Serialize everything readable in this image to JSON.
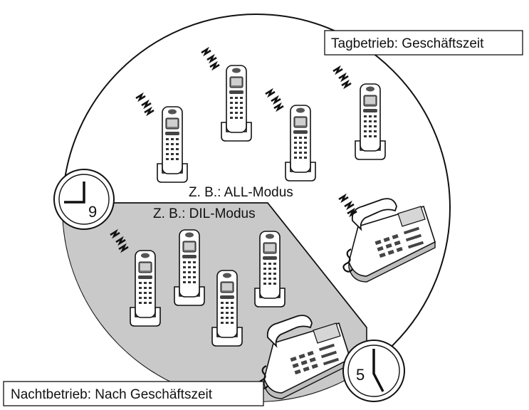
{
  "labels": {
    "day_mode": "Tagbetrieb: Geschäftszeit",
    "night_mode": "Nachtbetrieb: Nach Geschäftszeit",
    "all_mode": "Z. B.: ALL-Modus",
    "dil_mode": "Z. B.: DIL-Modus"
  },
  "clocks": {
    "start": {
      "number": "9"
    },
    "end": {
      "number": "5"
    }
  },
  "icons": {
    "cordless_handset": "cordless-phone-icon",
    "desk_phone": "desk-phone-icon",
    "ringing": "ringing-icon",
    "clock": "clock-icon"
  },
  "colors": {
    "night_area": "#c9c9c9",
    "outline": "#111111",
    "background": "#ffffff"
  }
}
